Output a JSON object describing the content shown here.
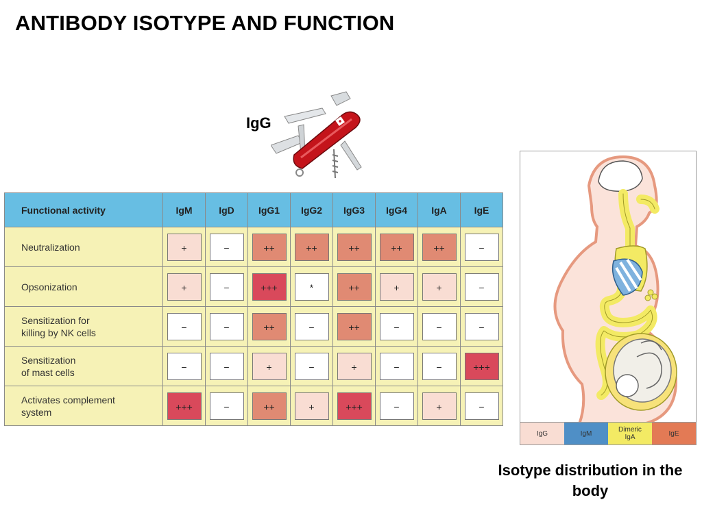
{
  "title": "ANTIBODY ISOTYPE AND FUNCTION",
  "knife_label": "IgG",
  "table": {
    "header": [
      "Functional activity",
      "IgM",
      "IgD",
      "IgG1",
      "IgG2",
      "IgG3",
      "IgG4",
      "IgA",
      "IgE"
    ],
    "rows": [
      {
        "label": "Neutralization",
        "values": [
          "+",
          "−",
          "++",
          "++",
          "++",
          "++",
          "++",
          "−"
        ]
      },
      {
        "label": "Opsonization",
        "values": [
          "+",
          "−",
          "+++",
          "*",
          "++",
          "+",
          "+",
          "−"
        ]
      },
      {
        "label": "Sensitization for\nkilling by NK cells",
        "values": [
          "−",
          "−",
          "++",
          "−",
          "++",
          "−",
          "−",
          "−"
        ]
      },
      {
        "label": "Sensitization\nof mast cells",
        "values": [
          "−",
          "−",
          "+",
          "−",
          "+",
          "−",
          "−",
          "+++"
        ]
      },
      {
        "label": "Activates complement\nsystem",
        "values": [
          "+++",
          "−",
          "++",
          "+",
          "+++",
          "−",
          "+",
          "−"
        ]
      }
    ],
    "level_colors": {
      "−": "#ffffff",
      "*": "#ffffff",
      "+": "#f9ddd3",
      "++": "#e08a73",
      "+++": "#d9495b"
    }
  },
  "body_legend": [
    {
      "label": "IgG",
      "color": "#f9ddd3"
    },
    {
      "label": "IgM",
      "color": "#4f8fc6"
    },
    {
      "label": "Dimeric\nIgA",
      "color": "#f3ea64"
    },
    {
      "label": "IgE",
      "color": "#e37a55"
    }
  ],
  "caption": "Isotype distribution in the body"
}
